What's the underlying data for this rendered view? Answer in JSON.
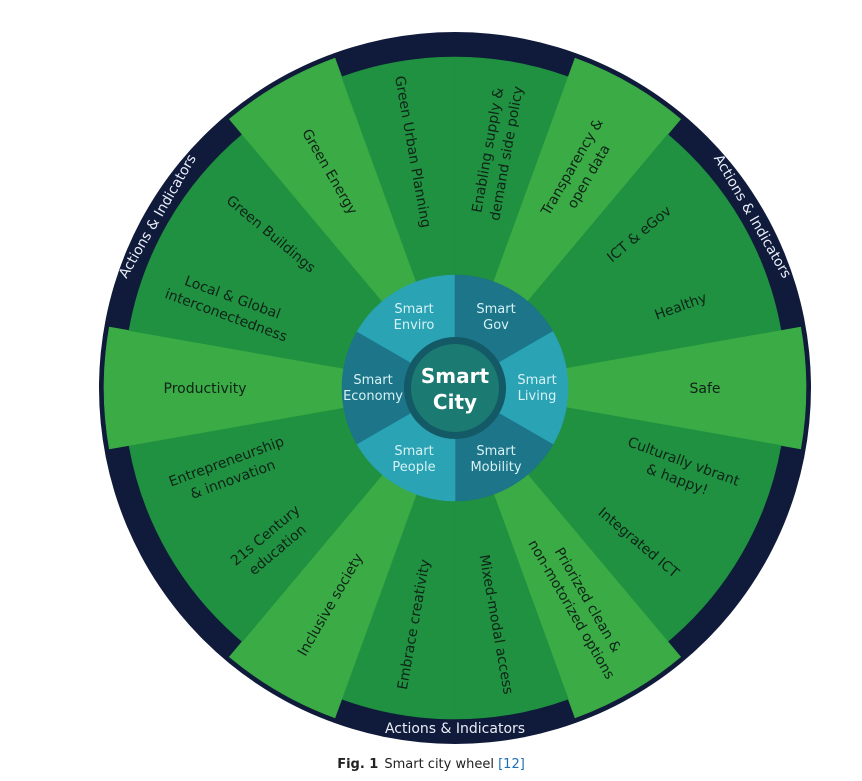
{
  "diagram": {
    "center": {
      "line1": "Smart",
      "line2": "City"
    },
    "ring_label": "Actions & Indicators",
    "domains": [
      {
        "key": "economy",
        "lines": [
          "Smart",
          "Economy"
        ]
      },
      {
        "key": "enviro",
        "lines": [
          "Smart",
          "Enviro"
        ]
      },
      {
        "key": "gov",
        "lines": [
          "Smart",
          "Gov"
        ]
      },
      {
        "key": "living",
        "lines": [
          "Smart",
          "Living"
        ]
      },
      {
        "key": "mobility",
        "lines": [
          "Smart",
          "Mobility"
        ]
      },
      {
        "key": "people",
        "lines": [
          "Smart",
          "People"
        ]
      }
    ],
    "segments": [
      {
        "domain": "economy",
        "lines": [
          "Entrepreneurship",
          "& innovation"
        ]
      },
      {
        "domain": "economy",
        "lines": [
          "Productivity"
        ]
      },
      {
        "domain": "economy",
        "lines": [
          "Local & Global",
          "interconectedness"
        ]
      },
      {
        "domain": "enviro",
        "lines": [
          "Green Buildings"
        ]
      },
      {
        "domain": "enviro",
        "lines": [
          "Green Energy"
        ]
      },
      {
        "domain": "enviro",
        "lines": [
          "Green Urban Planning"
        ]
      },
      {
        "domain": "gov",
        "lines": [
          "Enabling supply &",
          "demand side policy"
        ]
      },
      {
        "domain": "gov",
        "lines": [
          "Transparency &",
          "open data"
        ]
      },
      {
        "domain": "gov",
        "lines": [
          "ICT & eGov"
        ]
      },
      {
        "domain": "living",
        "lines": [
          "Healthy"
        ]
      },
      {
        "domain": "living",
        "lines": [
          "Safe"
        ]
      },
      {
        "domain": "living",
        "lines": [
          "Culturally vbrant",
          "& happy!"
        ]
      },
      {
        "domain": "mobility",
        "lines": [
          "Integrated ICT"
        ]
      },
      {
        "domain": "mobility",
        "lines": [
          "Priorized clean &",
          "non-motorized options"
        ]
      },
      {
        "domain": "mobility",
        "lines": [
          "Mixed-modal access"
        ]
      },
      {
        "domain": "people",
        "lines": [
          "Embrace creativity"
        ]
      },
      {
        "domain": "people",
        "lines": [
          "Inclusive society"
        ]
      },
      {
        "domain": "people",
        "lines": [
          "21s Century",
          "education"
        ]
      }
    ],
    "colors": {
      "ring": "#101a3a",
      "green_dark": "#1f9140",
      "green_light": "#3aab45",
      "blue_light": "#2aa3b5",
      "blue_dark": "#1c7589",
      "center_outer": "#135a66",
      "center_inner": "#1b7a72",
      "label_dark": "#0f2318",
      "label_blue": "#d6f2f5"
    }
  },
  "caption": {
    "fig_label": "Fig. 1",
    "text": "Smart city wheel",
    "ref": "[12]"
  }
}
